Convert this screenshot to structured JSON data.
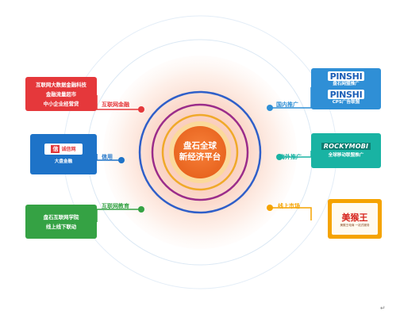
{
  "center": {
    "line1": "盘石全球",
    "line2": "新经济平台"
  },
  "branches": {
    "fintech": {
      "label": "互联网金融",
      "card_lines": [
        "互联网大数据金融科技",
        "金融流量超市",
        "中小企业经营贷"
      ],
      "color": "#e5383b"
    },
    "credit": {
      "label": "信用",
      "logo_mark": "信",
      "logo_text": "诚信网",
      "card_caption": "大盘金融",
      "color": "#1e73c8"
    },
    "education": {
      "label": "互联网教育",
      "card_lines": [
        "盘石互联网学院",
        "线上线下联动"
      ],
      "color": "#35a244"
    },
    "domestic": {
      "label": "国内推广",
      "brand": "PINSHI",
      "captions": [
        "盘石网盟推广",
        "CPS广告联盟"
      ],
      "color": "#2f8fd6"
    },
    "overseas": {
      "label": "海外推广",
      "brand": "ROCKYMOBI",
      "caption": "全球移动联盟推广",
      "color": "#19b3a3"
    },
    "retail": {
      "label": "线上市场",
      "brand": "美猴王",
      "subtitle": "美猴王电商 一站式服务",
      "color": "#f5a300"
    }
  },
  "corner_mark": "↵"
}
